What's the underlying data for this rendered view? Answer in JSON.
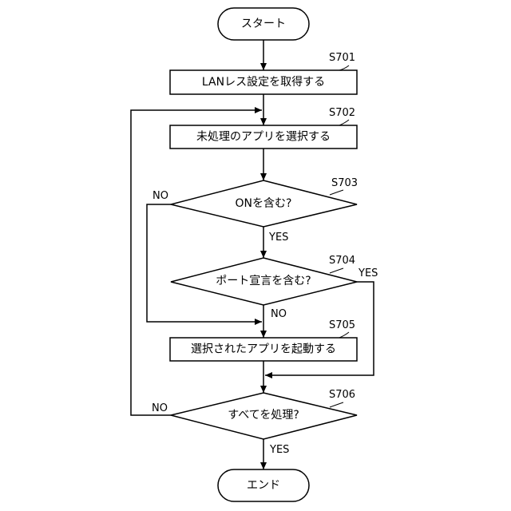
{
  "nodes": {
    "start": "スタート",
    "s701": "LANレス設定を取得する",
    "s702": "未処理のアプリを選択する",
    "s703": "ONを含む?",
    "s704": "ポート宣言を含む?",
    "s705": "選択されたアプリを起動する",
    "s706": "すべてを処理?",
    "end": "エンド"
  },
  "steps": {
    "s701": "S701",
    "s702": "S702",
    "s703": "S703",
    "s704": "S704",
    "s705": "S705",
    "s706": "S706"
  },
  "branches": {
    "s703_no": "NO",
    "s703_yes": "YES",
    "s704_yes": "YES",
    "s704_no": "NO",
    "s706_no": "NO",
    "s706_yes": "YES"
  }
}
